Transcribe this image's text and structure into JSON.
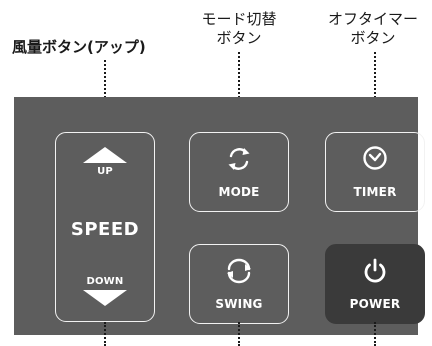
{
  "callouts": {
    "speed_up": "風量ボタン(アップ)",
    "mode_line1": "モード切替",
    "mode_line2": "ボタン",
    "timer_line1": "オフタイマー",
    "timer_line2": "ボタン"
  },
  "buttons": {
    "speed_up": "UP",
    "speed": "SPEED",
    "speed_down": "DOWN",
    "mode": "MODE",
    "timer": "TIMER",
    "swing": "SWING",
    "power": "POWER"
  },
  "colors": {
    "panel": "#5d5d5d",
    "button_outline": "#f2f2f2",
    "power_fill": "#3a3a3a",
    "text": "#1a1a1a"
  }
}
